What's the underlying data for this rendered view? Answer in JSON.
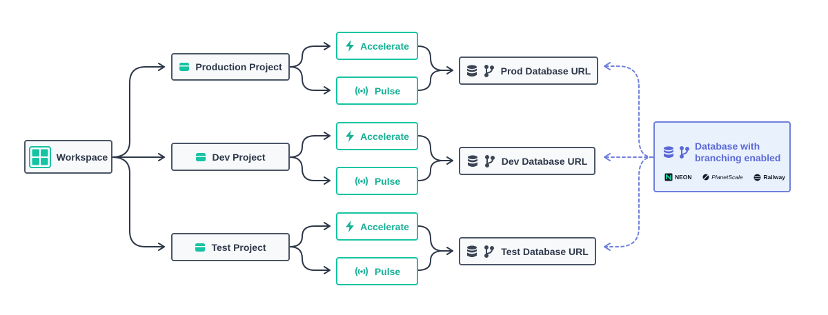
{
  "workspace": {
    "label": "Workspace"
  },
  "projects": [
    {
      "label": "Production Project",
      "accelerate": "Accelerate",
      "pulse": "Pulse",
      "db_url": "Prod Database URL"
    },
    {
      "label": "Dev Project",
      "accelerate": "Accelerate",
      "pulse": "Pulse",
      "db_url": "Dev Database URL"
    },
    {
      "label": "Test Project",
      "accelerate": "Accelerate",
      "pulse": "Pulse",
      "db_url": "Test Database URL"
    }
  ],
  "branching_db": {
    "title": "Database with branching enabled",
    "providers": [
      "NEON",
      "PlanetScale",
      "Railway"
    ]
  },
  "colors": {
    "node_border": "#4a5565",
    "node_bg": "#f7f9fb",
    "teal": "#16c3a3",
    "connector": "#2d3748",
    "dashed": "#6f7fdc",
    "branch_bg": "#e9f1fd"
  },
  "icons": {
    "workspace": "grid-icon",
    "project": "box-icon",
    "accelerate": "lightning-icon",
    "pulse": "signal-icon",
    "database": "database-icon",
    "branch": "git-branch-icon"
  }
}
